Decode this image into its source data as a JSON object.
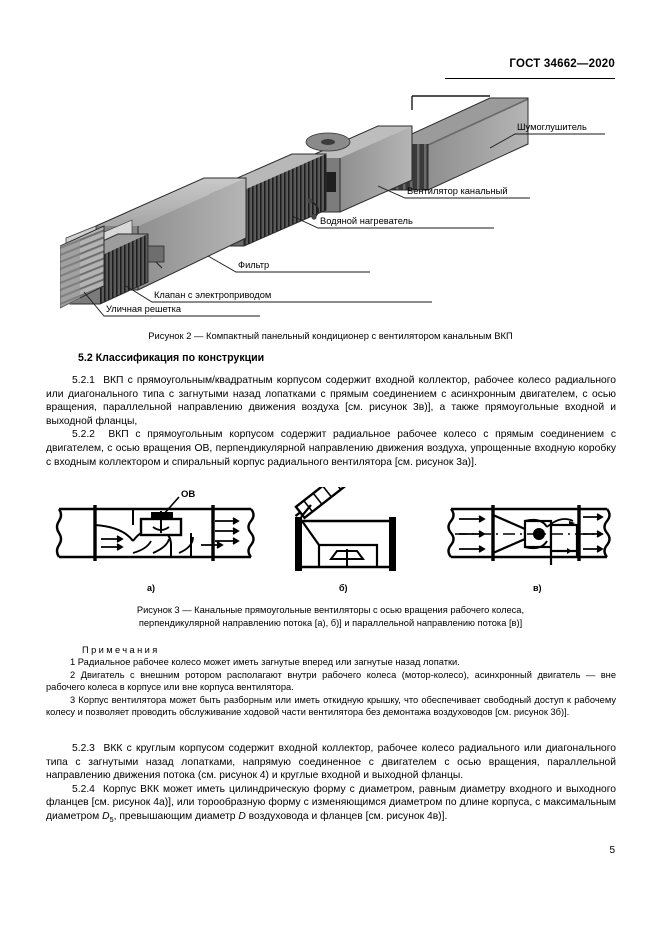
{
  "header": {
    "standard": "ГОСТ 34662—2020"
  },
  "page_number": "5",
  "figure2": {
    "caption": "Рисунок 2 — Компактный панельный кондиционер с вентилятором канальным ВКП",
    "callouts": [
      "Шумоглушитель",
      "Вентилятор канальный",
      "Водяной нагреватель",
      "Фильтр",
      "Клапан с электроприводом",
      "Уличная решетка"
    ]
  },
  "section": {
    "heading": "5.2  Классификация по конструкции",
    "clause_5_2_1_num": "5.2.1",
    "clause_5_2_1": "ВКП с прямоугольным/квадратным корпусом содержит входной коллектор, рабочее колесо радиального или диагонального типа с загнутыми назад лопатками с прямым соединением с асинхронным двигателем, с осью вращения, параллельной направлению движения воздуха [см. рисунок 3в)], а также прямоугольные входной и выходной фланцы,",
    "clause_5_2_2_num": "5.2.2",
    "clause_5_2_2": "ВКП с прямоугольным корпусом содержит радиальное рабочее колесо с прямым соединением с двигателем, с осью вращения ОВ, перпендикулярной направлению движения воздуха, упрощенные входную коробку с входным коллектором и спиральный корпус радиального вентилятора [см. рисунок 3а)].",
    "clause_5_2_3_num": "5.2.3",
    "clause_5_2_3": "ВКК с круглым корпусом содержит входной коллектор, рабочее колесо радиального или диагонального типа с загнутыми назад лопатками, напрямую соединенное с двигателем с осью вращения, параллельной направлению движения потока (см. рисунок 4) и круглые входной и выходной фланцы.",
    "clause_5_2_4_num": "5.2.4",
    "clause_5_2_4_a": "Корпус ВКК может иметь цилиндрическую форму с диаметром, равным диаметру входного и выходного фланцев [см. рисунок 4а)], или торообразную форму с изменяющимся диаметром по длине корпуса, с максимальным диаметром ",
    "clause_5_2_4_var1": "D",
    "clause_5_2_4_sub1": "5",
    "clause_5_2_4_b": ", превышающим диаметр ",
    "clause_5_2_4_var2": "D",
    "clause_5_2_4_c": " воздуховода и фланцев [см. рисунок 4в)]."
  },
  "figure3": {
    "axis_label": "ОВ",
    "panel_a": "а)",
    "panel_b": "б)",
    "panel_c": "в)",
    "caption_line1": "Рисунок 3 — Канальные прямоугольные вентиляторы с осью вращения рабочего колеса,",
    "caption_line2": "перпендикулярной направлению потока [а), б)] и параллельной направлению потока [в)]"
  },
  "notes": {
    "title": "Примечания",
    "items": [
      {
        "num": "1",
        "text": "Радиальное рабочее колесо может иметь загнутые вперед или загнутые назад лопатки."
      },
      {
        "num": "2",
        "text": "Двигатель с внешним ротором располагают внутри рабочего колеса (мотор-колесо), асинхронный двигатель — вне рабочего колеса в корпусе или вне корпуса вентилятора."
      },
      {
        "num": "3",
        "text": "Корпус вентилятора может быть разборным или иметь откидную крышку, что обеспечивает свободный доступ к рабочему колесу и позволяет проводить обслуживание ходовой части вентилятора без демонтажа воздуховодов [см. рисунок 3б)]."
      }
    ]
  }
}
